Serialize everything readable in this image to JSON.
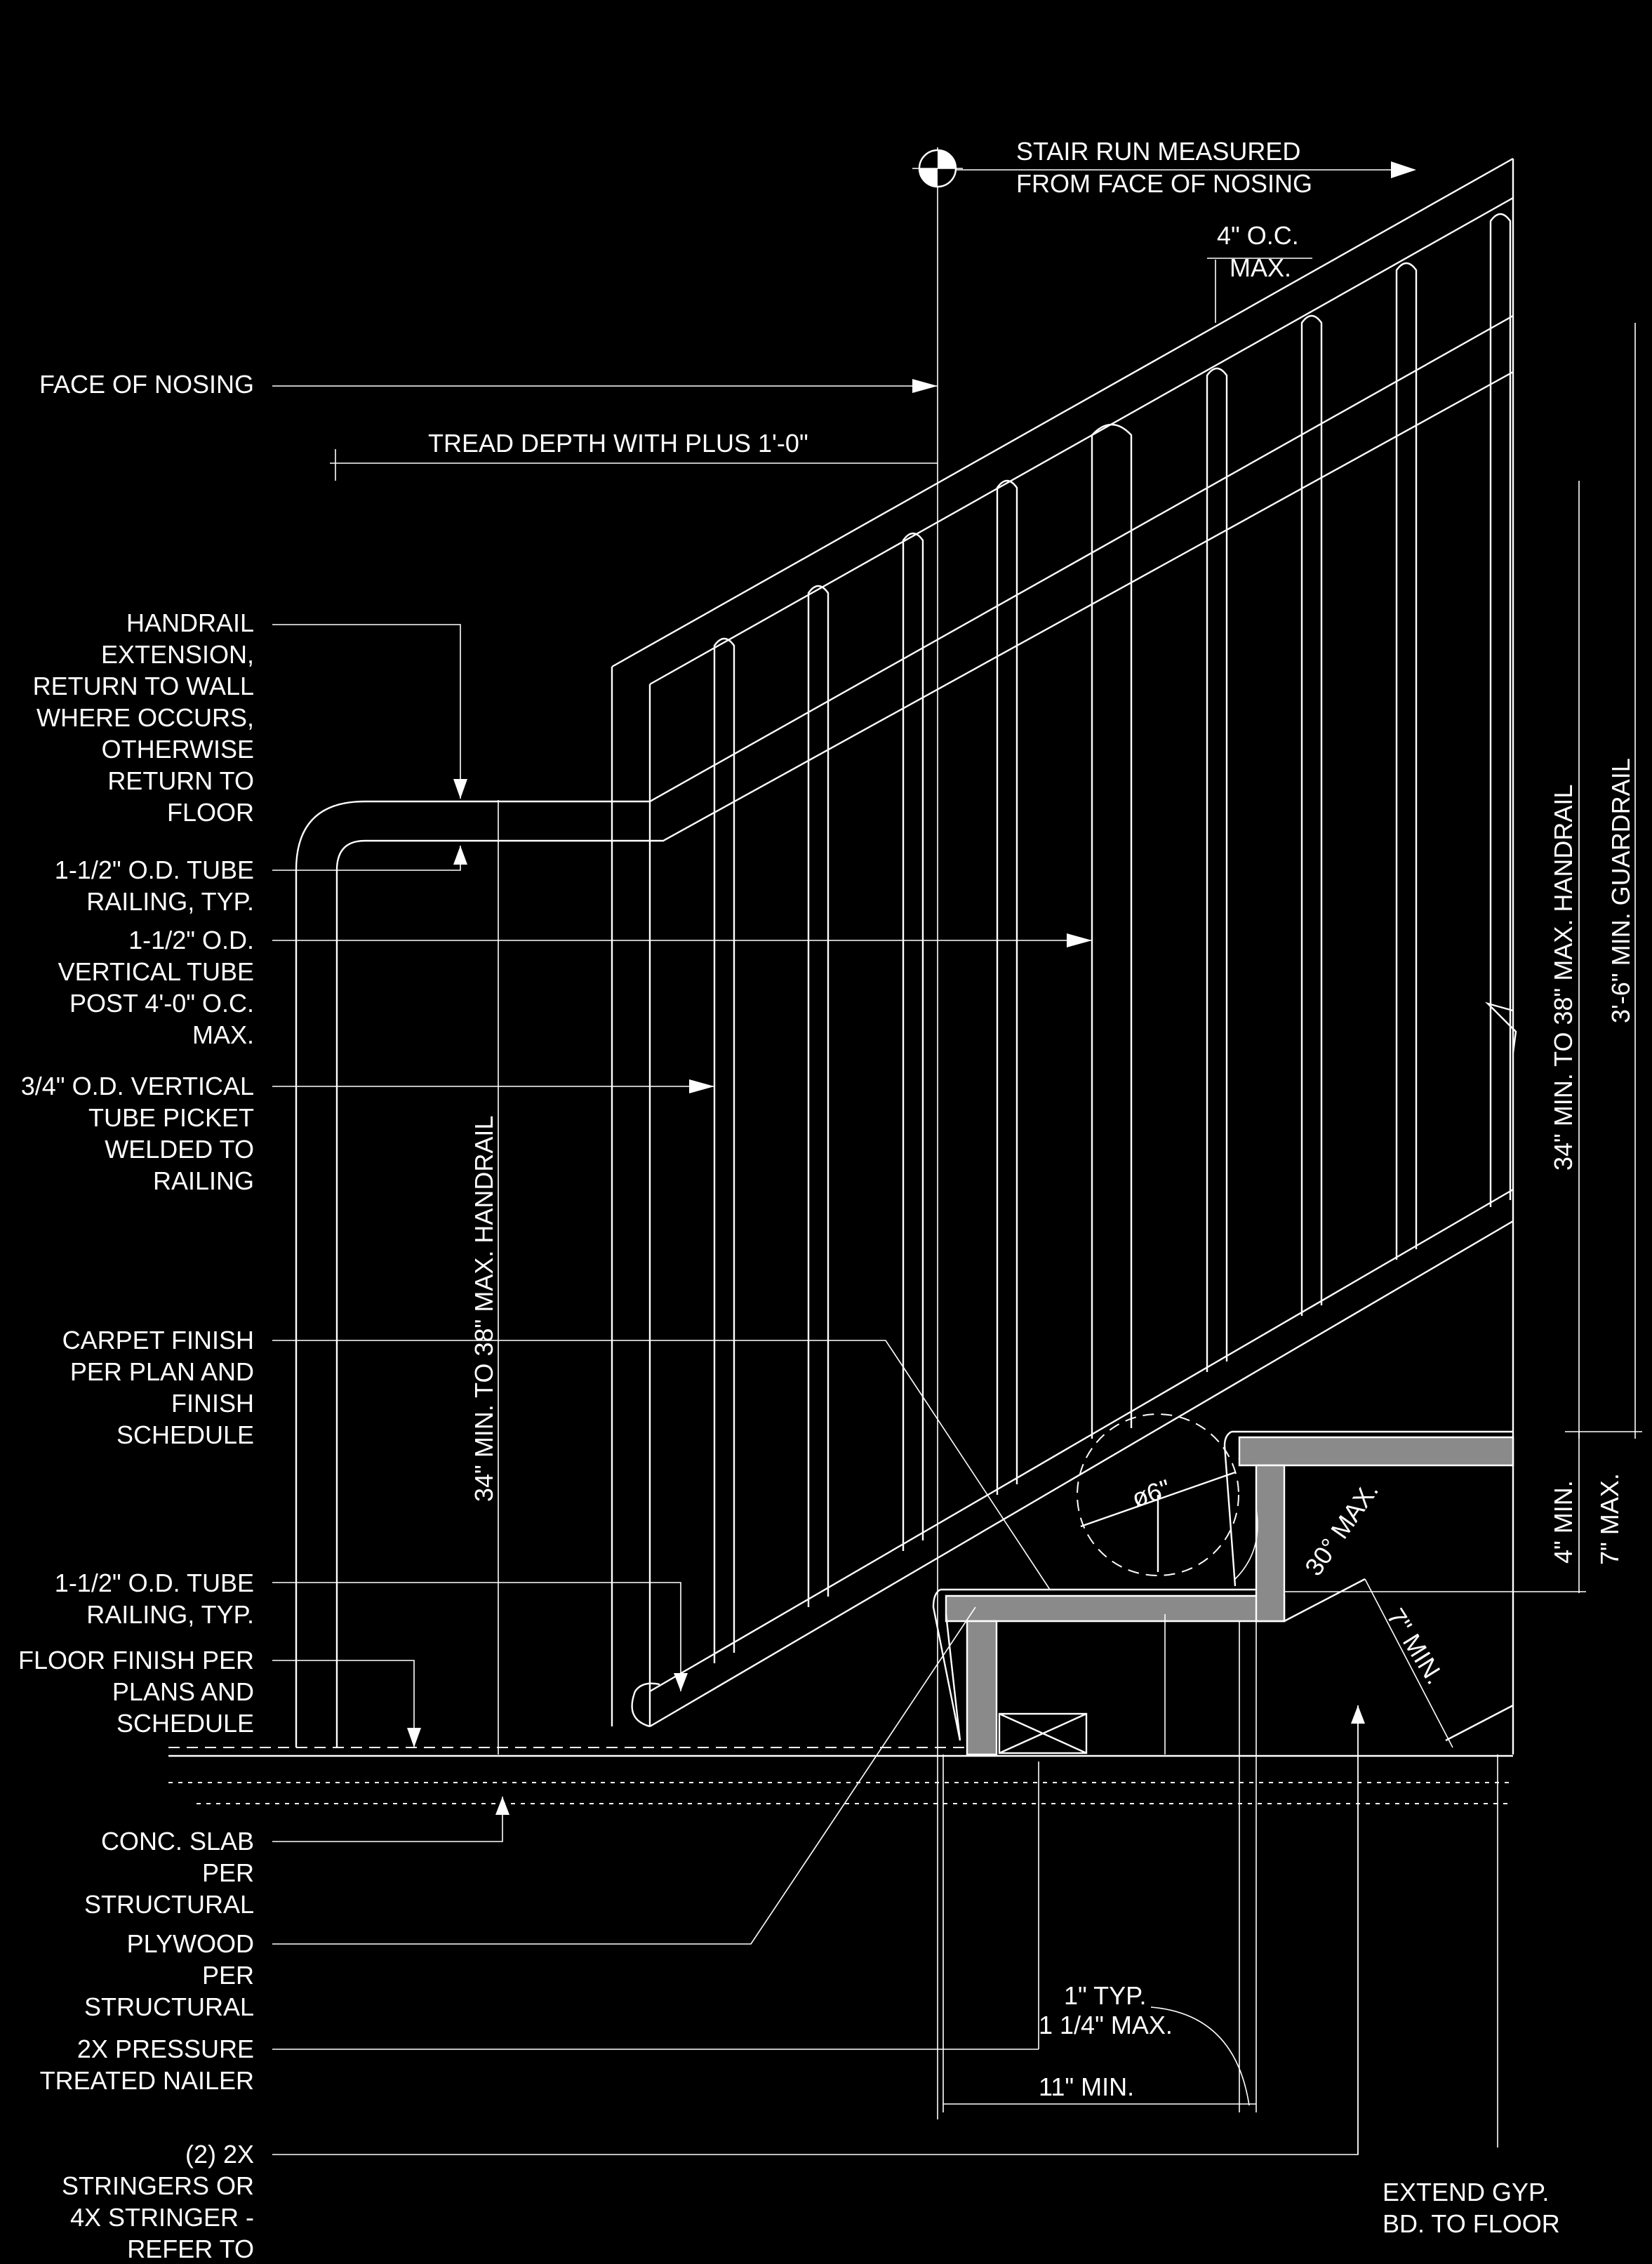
{
  "header": {
    "stair_run_line1": "STAIR RUN MEASURED",
    "stair_run_line2": "FROM FACE OF NOSING",
    "oc_line1": "4\" O.C.",
    "oc_line2": "MAX."
  },
  "labels": {
    "face_of_nosing": "FACE OF NOSING",
    "tread_depth": "TREAD DEPTH WITH PLUS 1'-0\"",
    "handrail_ext": [
      "HANDRAIL",
      "EXTENSION,",
      "RETURN TO  WALL",
      "WHERE OCCURS,",
      "OTHERWISE",
      "RETURN TO",
      "FLOOR"
    ],
    "tube_railing_top": [
      "1-1/2\" O.D. TUBE",
      "RAILING, TYP."
    ],
    "vertical_post": [
      "1-1/2\" O.D.",
      "VERTICAL TUBE",
      "POST 4'-0\" O.C.",
      "MAX."
    ],
    "picket": [
      "3/4\" O.D. VERTICAL",
      "TUBE PICKET",
      "WELDED TO",
      "RAILING"
    ],
    "carpet": [
      "CARPET FINISH",
      "PER PLAN AND",
      "FINISH",
      "SCHEDULE"
    ],
    "tube_railing_bottom": [
      "1-1/2\" O.D. TUBE",
      "RAILING, TYP."
    ],
    "floor_finish": [
      "FLOOR FINISH PER",
      "PLANS AND",
      "SCHEDULE"
    ],
    "conc_slab": [
      "CONC. SLAB",
      "PER",
      "STRUCTURAL"
    ],
    "plywood": [
      "PLYWOOD",
      "PER",
      "STRUCTURAL"
    ],
    "nailer": [
      "2X PRESSURE",
      "TREATED NAILER"
    ],
    "stringers": [
      "(2) 2X",
      "STRINGERS OR",
      "4X STRINGER -",
      "REFER TO"
    ],
    "extend_gyp": [
      "EXTEND GYP.",
      "BD. TO FLOOR"
    ]
  },
  "dimensions": {
    "handrail_height_left": "34\" MIN. TO 38\" MAX. HANDRAIL",
    "handrail_height_right": "34\" MIN. TO 38\" MAX. HANDRAIL",
    "guardrail": "3'-6\" MIN. GUARDRAIL",
    "riser_min": "4\" MIN.",
    "riser_max": "7\" MAX.",
    "sphere": "ø6\"",
    "angle": "30° MAX.",
    "riser_seven": "7\" MIN.",
    "nosing_typ": "1\" TYP.",
    "nosing_max": "1 1/4\" MAX.",
    "tread_min": "11\" MIN."
  }
}
